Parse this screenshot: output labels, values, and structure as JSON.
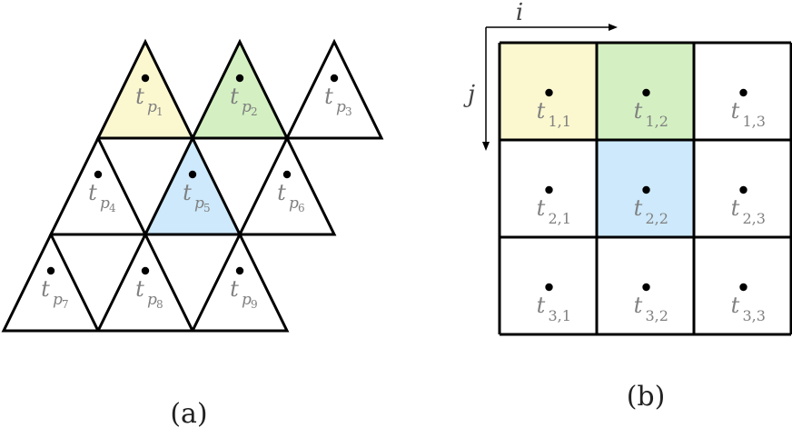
{
  "panel_a": {
    "caption": "(a)",
    "cells": [
      {
        "letter": "t",
        "sub": "p",
        "index": "1",
        "fill": "#fbf7cf"
      },
      {
        "letter": "t",
        "sub": "p",
        "index": "2",
        "fill": "#d4f0c2"
      },
      {
        "letter": "t",
        "sub": "p",
        "index": "3",
        "fill": "#ffffff"
      },
      {
        "letter": "t",
        "sub": "p",
        "index": "4",
        "fill": "#ffffff"
      },
      {
        "letter": "t",
        "sub": "p",
        "index": "5",
        "fill": "#cde9fb"
      },
      {
        "letter": "t",
        "sub": "p",
        "index": "6",
        "fill": "#ffffff"
      },
      {
        "letter": "t",
        "sub": "p",
        "index": "7",
        "fill": "#ffffff"
      },
      {
        "letter": "t",
        "sub": "p",
        "index": "8",
        "fill": "#ffffff"
      },
      {
        "letter": "t",
        "sub": "p",
        "index": "9",
        "fill": "#ffffff"
      }
    ]
  },
  "panel_b": {
    "caption": "(b)",
    "axis_i": "i",
    "axis_j": "j",
    "cells": [
      {
        "letter": "t",
        "sub": "1,1",
        "fill": "#fbf7cf"
      },
      {
        "letter": "t",
        "sub": "1,2",
        "fill": "#d4f0c2"
      },
      {
        "letter": "t",
        "sub": "1,3",
        "fill": "#ffffff"
      },
      {
        "letter": "t",
        "sub": "2,1",
        "fill": "#ffffff"
      },
      {
        "letter": "t",
        "sub": "2,2",
        "fill": "#cde9fb"
      },
      {
        "letter": "t",
        "sub": "2,3",
        "fill": "#ffffff"
      },
      {
        "letter": "t",
        "sub": "3,1",
        "fill": "#ffffff"
      },
      {
        "letter": "t",
        "sub": "3,2",
        "fill": "#ffffff"
      },
      {
        "letter": "t",
        "sub": "3,3",
        "fill": "#ffffff"
      }
    ]
  },
  "colors": {
    "stroke": "#000000",
    "label": "#808080"
  }
}
